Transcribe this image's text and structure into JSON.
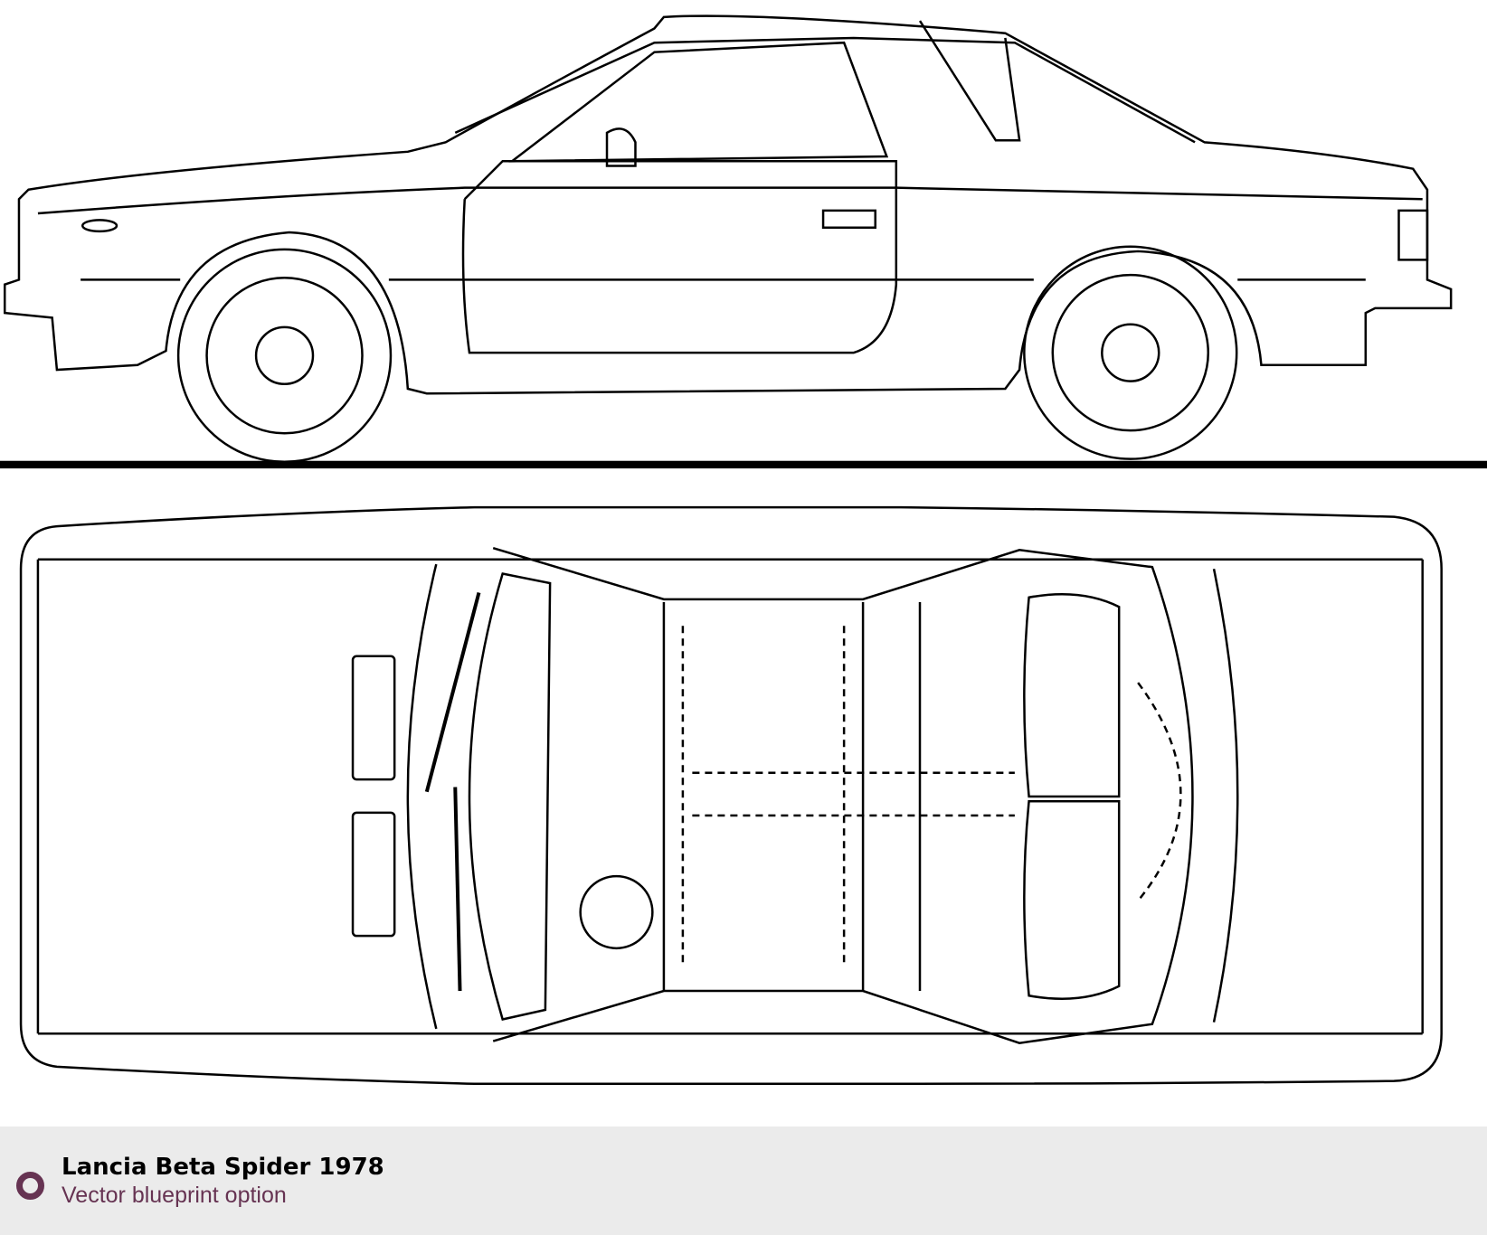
{
  "caption": {
    "title": "Lancia Beta Spider 1978",
    "subtitle": "Vector blueprint option",
    "icon": "ring-icon",
    "accent_color": "#663352"
  },
  "drawing": {
    "views": [
      "side-view",
      "top-view"
    ]
  }
}
